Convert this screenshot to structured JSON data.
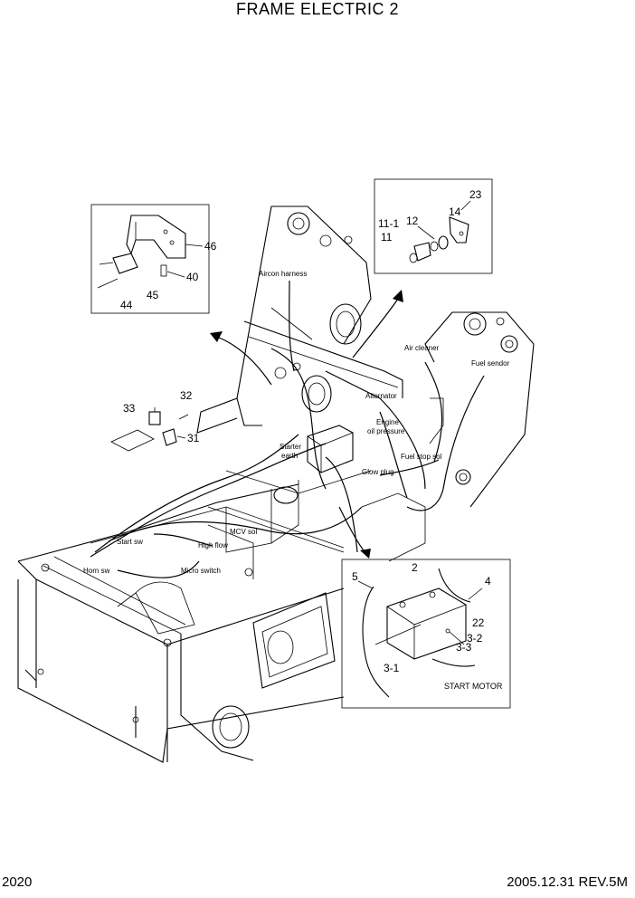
{
  "header": {
    "title": "FRAME ELECTRIC 2"
  },
  "footer": {
    "page": "2020",
    "date_rev": "2005.12.31  REV.5M"
  },
  "callouts": {
    "aircon_harness": "Aircon harness",
    "air_cleaner": "Air cleaner",
    "fuel_sendor": "Fuel sendor",
    "alternator": "Alternator",
    "engine_oil_pressure_1": "Engine",
    "engine_oil_pressure_2": "oil pressure",
    "starter_earth_1": "Starter",
    "starter_earth_2": "earth",
    "fuel_stop_sol": "Fuel stop sol",
    "glow_plug": "Glow plug",
    "mcv_sol": "MCV sol",
    "high_flow": "High flow",
    "start_sw": "Start sw",
    "horn_sw": "Horn sw",
    "micro_switch": "Micro switch",
    "start_motor": "START MOTOR"
  },
  "parts": {
    "p46": "46",
    "p40": "40",
    "p45": "45",
    "p44": "44",
    "p23": "23",
    "p14": "14",
    "p12": "12",
    "p11_1": "11-1",
    "p11": "11",
    "p33": "33",
    "p32": "32",
    "p31": "31",
    "p5": "5",
    "p2": "2",
    "p4": "4",
    "p22": "22",
    "p3_2": "3-2",
    "p3_3": "3-3",
    "p3_1": "3-1"
  }
}
